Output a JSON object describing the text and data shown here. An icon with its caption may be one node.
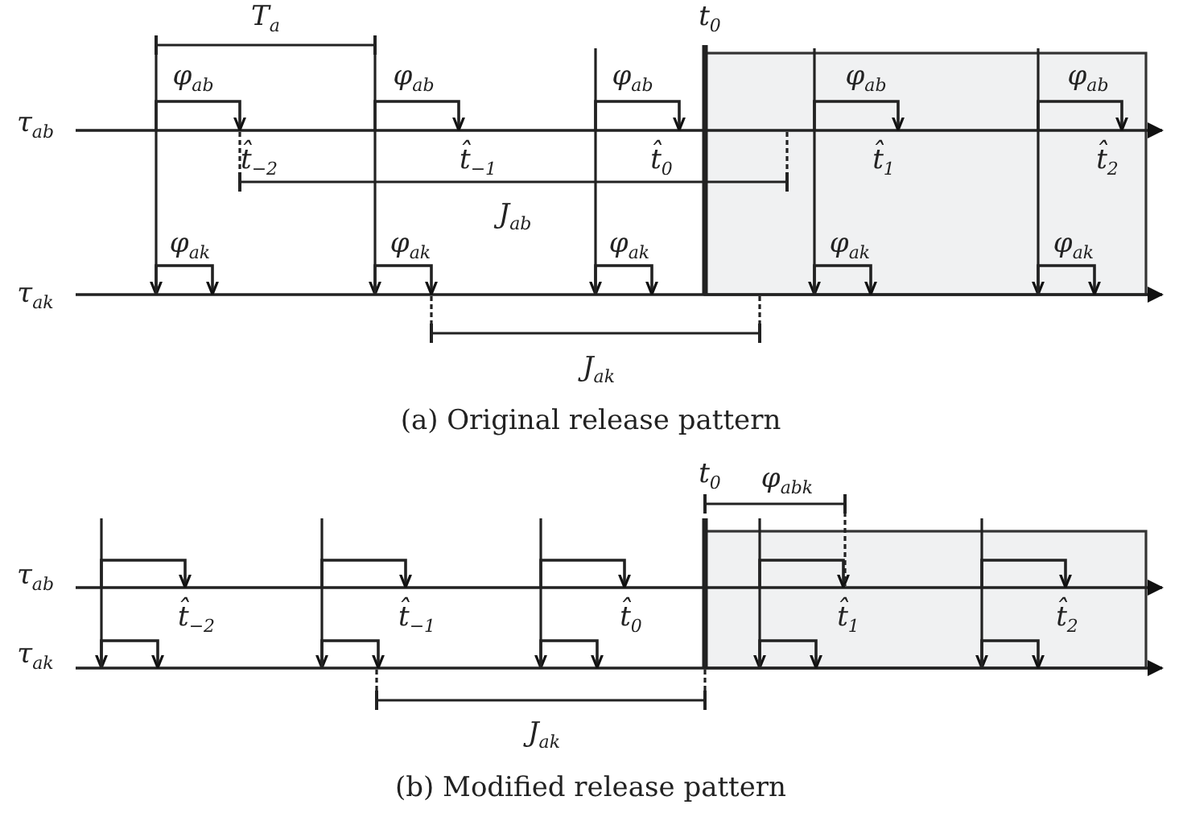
{
  "diagram": {
    "labels": [
      "T$_{a}$",
      "t$_{0}$",
      "φ$_{ab}$",
      "φ$_{ab}$",
      "φ$_{ab}$",
      "φ$_{ab}$",
      "φ$_{ab}$",
      "τ$_{ab}$",
      "t̂$_{−2}$",
      "t̂$_{−1}$",
      "t̂$_{0}$",
      "t̂$_{1}$",
      "t̂$_{2}$",
      "J$_{ab}$",
      "φ$_{ak}$",
      "φ$_{ak}$",
      "φ$_{ak}$",
      "φ$_{ak}$",
      "φ$_{ak}$",
      "τ$_{ak}$",
      "J$_{ak}$",
      "(a) Original release pattern",
      "t$_{0}$",
      "φ$_{abk}$",
      "τ$_{ab}$",
      "t̂$_{−2}$",
      "t̂$_{−1}$",
      "t̂$_{0}$",
      "t̂$_{1}$",
      "t̂$_{2}$",
      "τ$_{ak}$",
      "J$_{ak}$",
      "(b) Modified release pattern"
    ]
  }
}
